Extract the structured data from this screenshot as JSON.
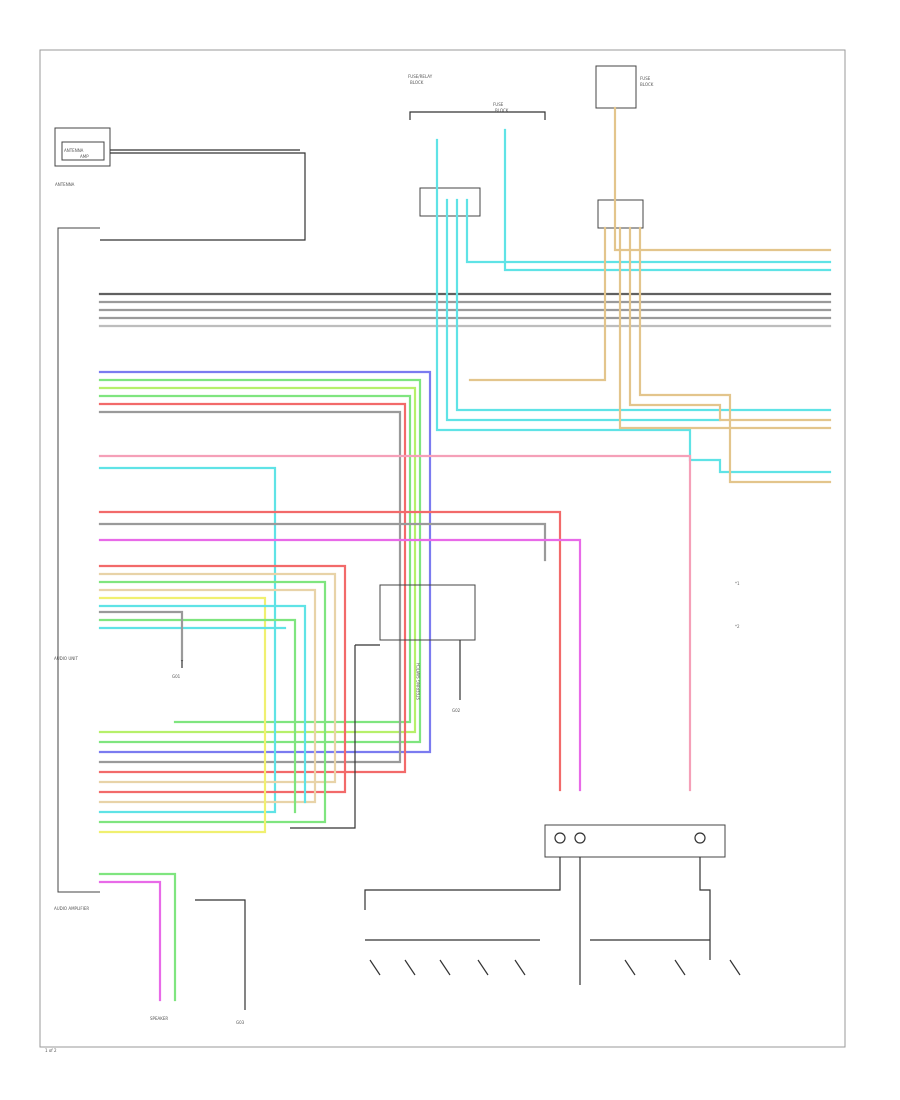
{
  "colors": {
    "cyan": "#5fe3e6",
    "tan": "#e3c58c",
    "gray": "#9a9a9a",
    "dark_gray": "#606060",
    "blue": "#7b7bf0",
    "green": "#7fe57f",
    "lime": "#b6f06a",
    "red": "#f26a6a",
    "pink": "#f5a0b8",
    "magenta": "#e86ae8",
    "yellow": "#f0f070",
    "light_tan": "#e8d3a8",
    "black": "#333333"
  },
  "components": [
    {
      "id": "antenna",
      "lines": [
        "ANTENNA",
        "AMP"
      ]
    },
    {
      "id": "antenna-label",
      "lines": [
        "ANTENNA"
      ]
    },
    {
      "id": "audio-unit",
      "lines": [
        "AUDIO UNIT"
      ]
    },
    {
      "id": "audio-amp",
      "lines": [
        "AUDIO AMPLIFIER"
      ]
    },
    {
      "id": "top-conn-a",
      "lines": [
        "FUSE/RELAY",
        "BLOCK"
      ]
    },
    {
      "id": "top-conn-b",
      "lines": [
        "FUSE",
        "BLOCK"
      ]
    },
    {
      "id": "right-box",
      "lines": [
        "FUSE",
        "BLOCK"
      ]
    },
    {
      "id": "steering-switch",
      "lines": [
        "STEERING SWITCH"
      ]
    },
    {
      "id": "ground-a",
      "lines": [
        "G01"
      ]
    },
    {
      "id": "ground-b",
      "lines": [
        "G02"
      ]
    },
    {
      "id": "ground-c",
      "lines": [
        "G03"
      ]
    },
    {
      "id": "bottom-left-label",
      "lines": [
        "SPEAKER"
      ]
    },
    {
      "id": "side-note",
      "lines": [
        "*1",
        "*2"
      ]
    },
    {
      "id": "page-number",
      "lines": [
        "1 of 2"
      ]
    }
  ]
}
